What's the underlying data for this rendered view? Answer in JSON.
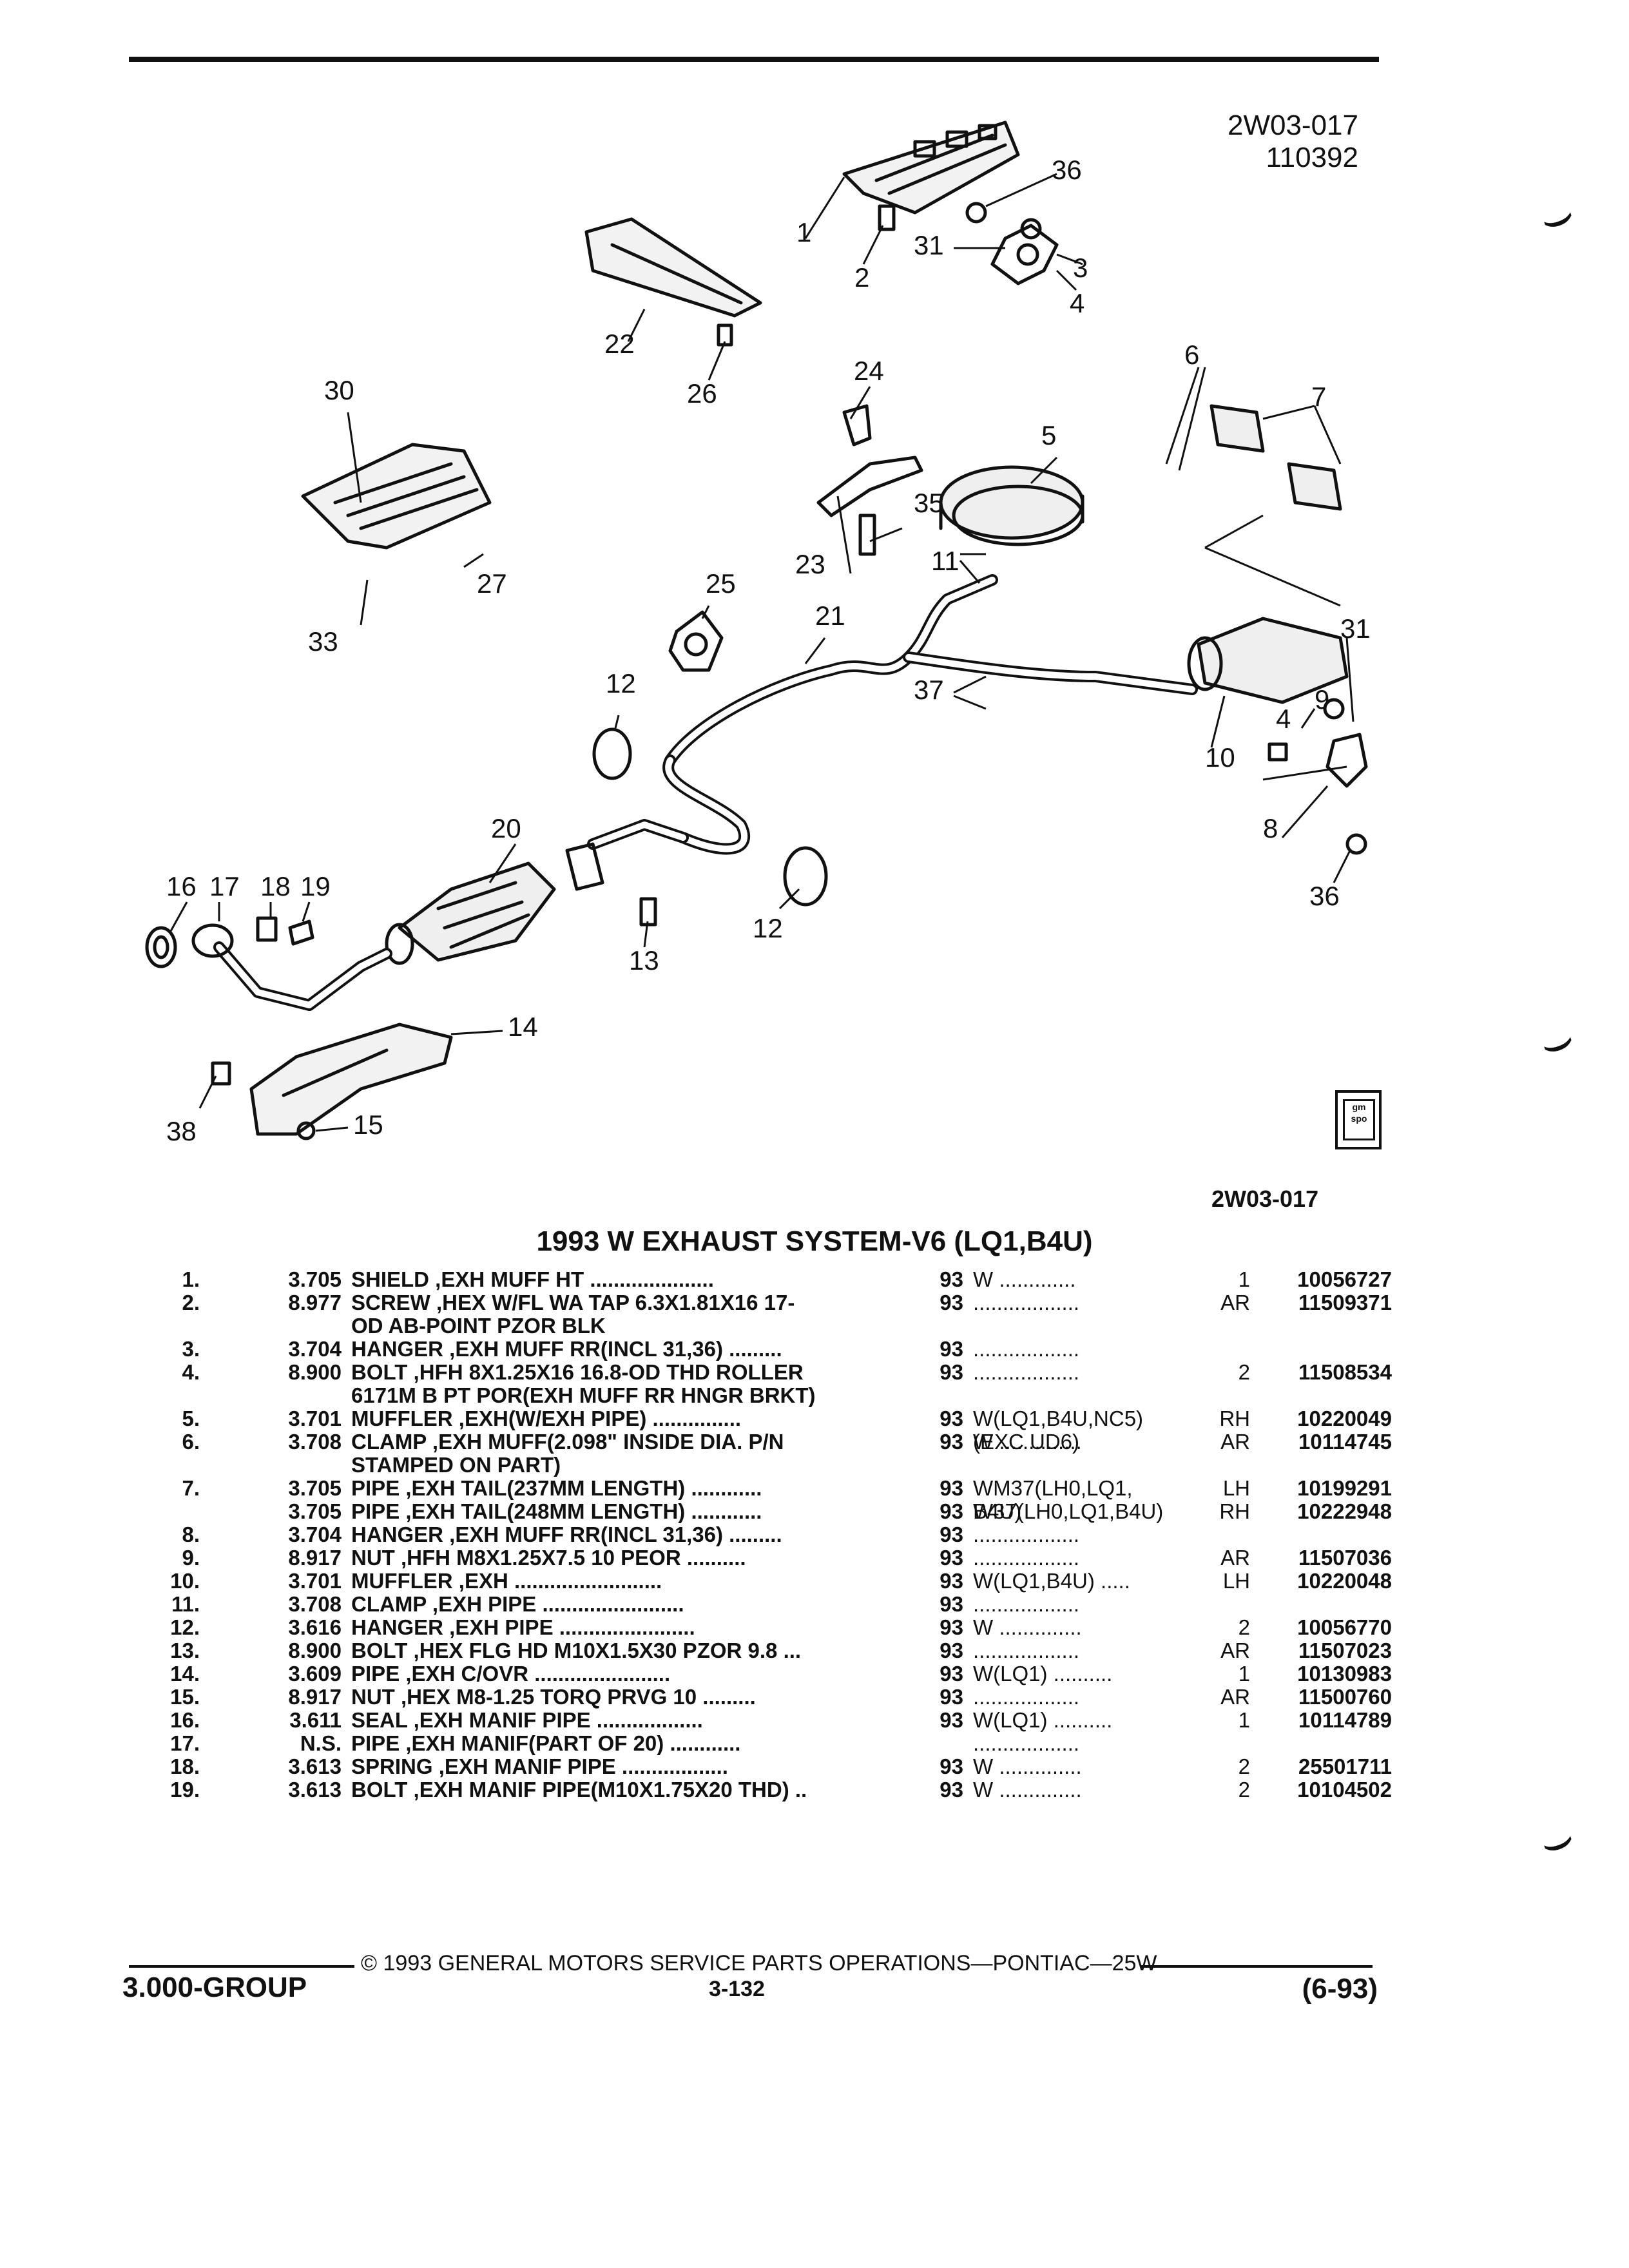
{
  "header": {
    "figure_code": "2W03-017",
    "figure_date": "110392"
  },
  "diagram": {
    "callouts": [
      "1",
      "2",
      "31",
      "36",
      "3",
      "4",
      "22",
      "26",
      "30",
      "24",
      "6",
      "7",
      "5",
      "35",
      "23",
      "11",
      "27",
      "33",
      "25",
      "21",
      "12",
      "37",
      "31",
      "9",
      "4",
      "10",
      "8",
      "36",
      "20",
      "16",
      "17",
      "18",
      "19",
      "13",
      "12",
      "14",
      "38",
      "15"
    ],
    "figure_code_bottom": "2W03-017",
    "logo_text": "gm spo"
  },
  "title": "1993 W EXHAUST SYSTEM-V6 (LQ1,B4U)",
  "parts": [
    {
      "no": "1.",
      "group": "3.705",
      "lead": "SHIELD",
      "desc": " ,EXH MUFF HT .....................",
      "year": "93",
      "model": "W .............",
      "qty": "1",
      "part": "10056727"
    },
    {
      "no": "2.",
      "group": "8.977",
      "lead": "SCREW",
      "desc": " ,HEX W/FL WA TAP 6.3X1.81X16 17-\nOD AB-POINT PZOR BLK",
      "year": "93",
      "model": "..................",
      "qty": "AR",
      "part": "11509371"
    },
    {
      "no": "3.",
      "group": "3.704",
      "lead": "HANGER",
      "desc": " ,EXH MUFF RR(INCL 31,36) .........",
      "year": "93",
      "model": "..................",
      "qty": "",
      "part": ""
    },
    {
      "no": "4.",
      "group": "8.900",
      "lead": "BOLT",
      "desc": " ,HFH 8X1.25X16 16.8-OD THD ROLLER\n6171M B PT POR(EXH MUFF RR HNGR BRKT)",
      "year": "93",
      "model": "..................",
      "qty": "2",
      "part": "11508534"
    },
    {
      "no": "5.",
      "group": "3.701",
      "lead": "MUFFLER",
      "desc": " ,EXH(W/EXH PIPE) ...............",
      "year": "93",
      "model": "W(LQ1,B4U,NC5)\n(EXC UD6)",
      "qty": "RH",
      "part": "10220049"
    },
    {
      "no": "6.",
      "group": "3.708",
      "lead": "CLAMP",
      "desc": " ,EXH MUFF(2.098\" INSIDE DIA. P/N\nSTAMPED ON PART)",
      "year": "93",
      "model": "W ..............",
      "qty": "AR",
      "part": "10114745"
    },
    {
      "no": "7.",
      "group": "3.705",
      "lead": "PIPE",
      "desc": " ,EXH TAIL(237MM LENGTH) ............",
      "year": "93",
      "model": "WM37(LH0,LQ1,\nB4U)",
      "qty": "LH",
      "part": "10199291"
    },
    {
      "no": "",
      "group": "3.705",
      "lead": "PIPE",
      "desc": " ,EXH TAIL(248MM LENGTH) ............",
      "year": "93",
      "model": "W37(LH0,LQ1,B4U)",
      "qty": "RH",
      "part": "10222948"
    },
    {
      "no": "8.",
      "group": "3.704",
      "lead": "HANGER",
      "desc": " ,EXH MUFF RR(INCL 31,36) .........",
      "year": "93",
      "model": "..................",
      "qty": "",
      "part": ""
    },
    {
      "no": "9.",
      "group": "8.917",
      "lead": "NUT",
      "desc": " ,HFH M8X1.25X7.5 10 PEOR ..........",
      "year": "93",
      "model": "..................",
      "qty": "AR",
      "part": "11507036"
    },
    {
      "no": "10.",
      "group": "3.701",
      "lead": "MUFFLER",
      "desc": " ,EXH .........................",
      "year": "93",
      "model": "W(LQ1,B4U) .....",
      "qty": "LH",
      "part": "10220048"
    },
    {
      "no": "11.",
      "group": "3.708",
      "lead": "CLAMP",
      "desc": " ,EXH PIPE ........................",
      "year": "93",
      "model": "..................",
      "qty": "",
      "part": ""
    },
    {
      "no": "12.",
      "group": "3.616",
      "lead": "HANGER",
      "desc": " ,EXH PIPE .......................",
      "year": "93",
      "model": "W ..............",
      "qty": "2",
      "part": "10056770"
    },
    {
      "no": "13.",
      "group": "8.900",
      "lead": "BOLT",
      "desc": " ,HEX FLG HD M10X1.5X30 PZOR 9.8 ...",
      "year": "93",
      "model": "..................",
      "qty": "AR",
      "part": "11507023"
    },
    {
      "no": "14.",
      "group": "3.609",
      "lead": "PIPE",
      "desc": " ,EXH C/OVR .......................",
      "year": "93",
      "model": "W(LQ1) ..........",
      "qty": "1",
      "part": "10130983"
    },
    {
      "no": "15.",
      "group": "8.917",
      "lead": "NUT",
      "desc": " ,HEX M8-1.25 TORQ PRVG 10 .........",
      "year": "93",
      "model": "..................",
      "qty": "AR",
      "part": "11500760"
    },
    {
      "no": "16.",
      "group": "3.611",
      "lead": "SEAL",
      "desc": " ,EXH MANIF PIPE ..................",
      "year": "93",
      "model": "W(LQ1) ..........",
      "qty": "1",
      "part": "10114789"
    },
    {
      "no": "17.",
      "group": "N.S.",
      "lead": "PIPE",
      "desc": " ,EXH MANIF(PART OF 20) ............",
      "year": "",
      "model": "..................",
      "qty": "",
      "part": ""
    },
    {
      "no": "18.",
      "group": "3.613",
      "lead": "SPRING",
      "desc": " ,EXH MANIF PIPE ..................",
      "year": "93",
      "model": "W ..............",
      "qty": "2",
      "part": "25501711"
    },
    {
      "no": "19.",
      "group": "3.613",
      "lead": "BOLT",
      "desc": " ,EXH MANIF PIPE(M10X1.75X20 THD) ..",
      "year": "93",
      "model": "W ..............",
      "qty": "2",
      "part": "10104502"
    }
  ],
  "footer": {
    "copyright": "© 1993 GENERAL MOTORS SERVICE PARTS OPERATIONS—PONTIAC—25W",
    "group": "3.000-GROUP",
    "page": "3-132",
    "date": "(6-93)"
  }
}
